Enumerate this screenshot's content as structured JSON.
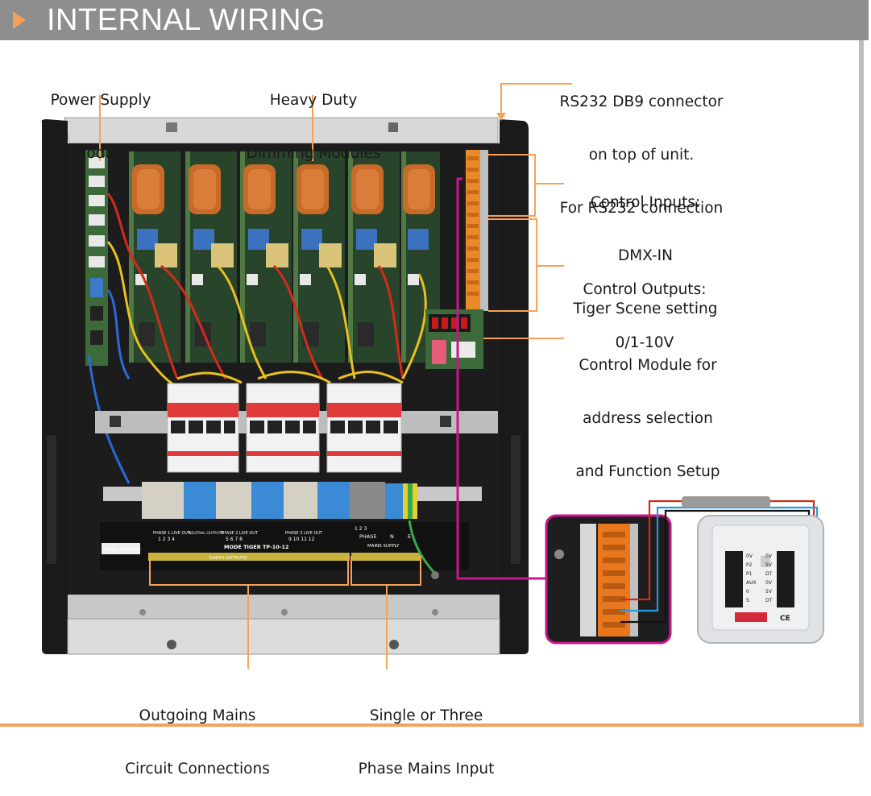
{
  "header": {
    "title": "INTERNAL WIRING",
    "accent_color": "#f4a25a",
    "bar_color": "#8e8e8e"
  },
  "labels": {
    "power_supply": {
      "line1": "Power Supply",
      "line2": "Module"
    },
    "dimming": {
      "line1": "Heavy Duty",
      "line2": "Dimming Modules"
    },
    "rs232": {
      "line1": "RS232 DB9 connector",
      "line2": "on top of unit.",
      "line3": "For RS232 connection"
    },
    "control_inputs": {
      "line1": "Control Inputs:",
      "line2": "DMX-IN",
      "line3": "Tiger Scene setting"
    },
    "control_outputs": {
      "line1": "Control Outputs:",
      "line2": "0/1-10V"
    },
    "control_module": {
      "line1": "Control Module for",
      "line2": "address selection",
      "line3": "and Function Setup"
    },
    "outgoing": {
      "line1": "Outgoing Mains",
      "line2": "Circuit Connections"
    },
    "mains_input": {
      "line1": "Single or Three",
      "line2": "Phase Mains Input"
    }
  },
  "panel_text": {
    "serial": "Serial Number",
    "phase_groups": [
      "PHASE 1 LIVE OUT",
      "PHASE 2 LIVE OUT",
      "PHASE 3 LIVE OUT"
    ],
    "circuits_a": "1 2 3 4",
    "circuits_b": "5 6 7 8",
    "circuits_c": "9 10 11 12",
    "neutral": "NEUTRAL OUTPUTS",
    "model": "MODE TIGER    TP-10-12",
    "earth": "EARTH OUTPUTS",
    "phase": "PHASE",
    "phase_numbers": "1  2  3",
    "n": "N",
    "e": "E",
    "mains_supply": "MAINS SUPPLY"
  },
  "module_text": {
    "rows_left": [
      "0V",
      "P2",
      "P1",
      "AUX",
      "0",
      "S"
    ],
    "rows_right": [
      "0V",
      "5V",
      "DT",
      "0V",
      "5V",
      "DT"
    ],
    "ce": "CE"
  },
  "colors": {
    "leader": "#f4a25a",
    "magenta": "#c8168c",
    "copper": "#c86a2a",
    "wire_red": "#d42a1a",
    "wire_blue": "#2a9ad8"
  }
}
